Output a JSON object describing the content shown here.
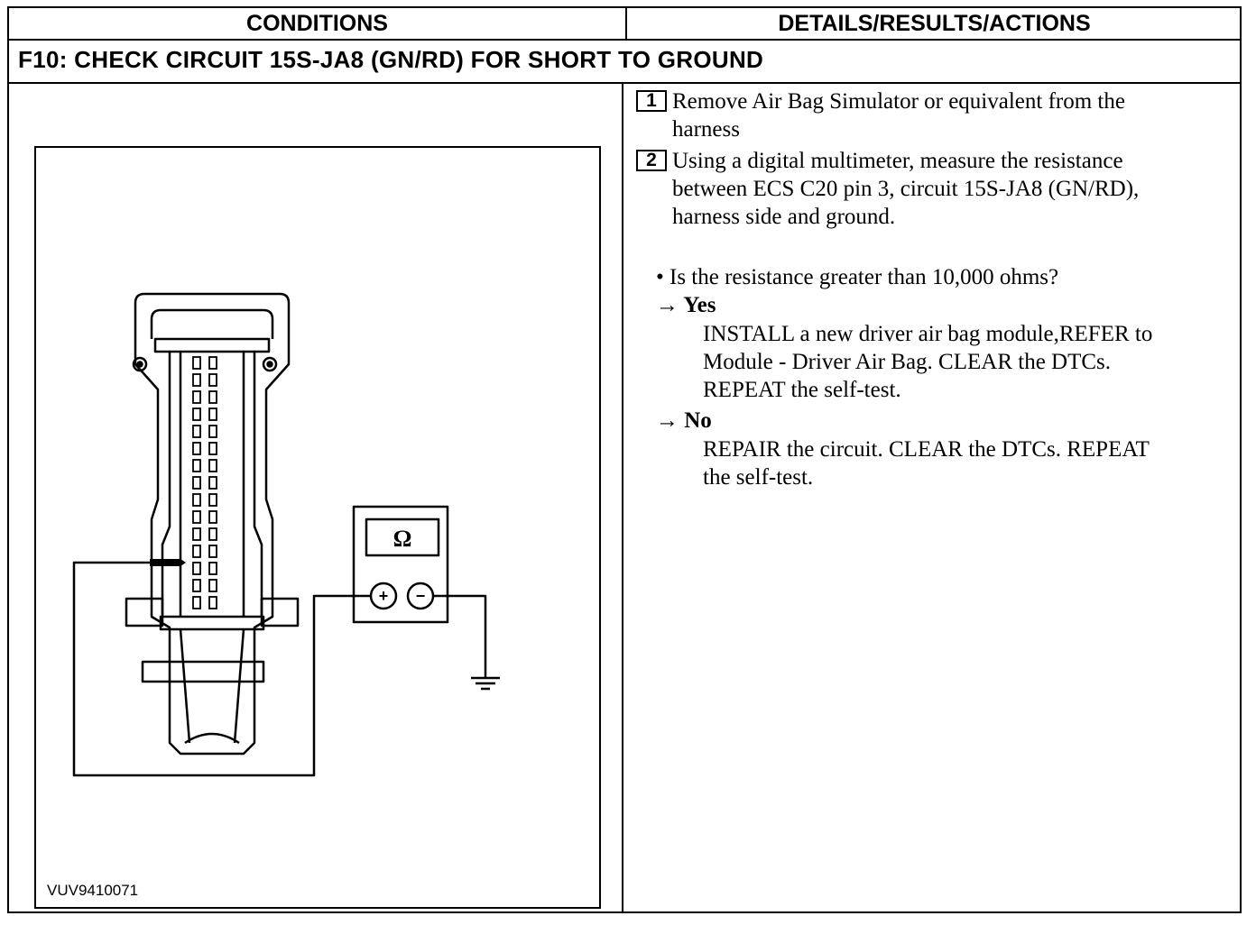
{
  "header": {
    "conditions": "CONDITIONS",
    "details": "DETAILS/RESULTS/ACTIONS"
  },
  "title": "F10: CHECK CIRCUIT 15S-JA8 (GN/RD) FOR SHORT TO GROUND",
  "figure": {
    "id": "VUV9410071",
    "meter_symbol": "Ω",
    "plus": "+",
    "minus": "−"
  },
  "steps": [
    {
      "num": "1",
      "line1": "Remove Air Bag Simulator or equivalent from the",
      "line2": "harness"
    },
    {
      "num": "2",
      "line1": "Using a digital multimeter, measure the resistance",
      "line2": "between ECS C20 pin 3, circuit 15S-JA8 (GN/RD),",
      "line3": "harness side and ground."
    }
  ],
  "question": "• Is the resistance greater than 10,000 ohms?",
  "yes": {
    "label": "→ Yes",
    "line1": "INSTALL a new driver air bag module,REFER to",
    "line2": "Module - Driver Air Bag. CLEAR the DTCs.",
    "line3": "REPEAT the self-test."
  },
  "no": {
    "label": "→ No",
    "line1": "REPAIR the circuit. CLEAR the DTCs. REPEAT",
    "line2": "the self-test."
  }
}
